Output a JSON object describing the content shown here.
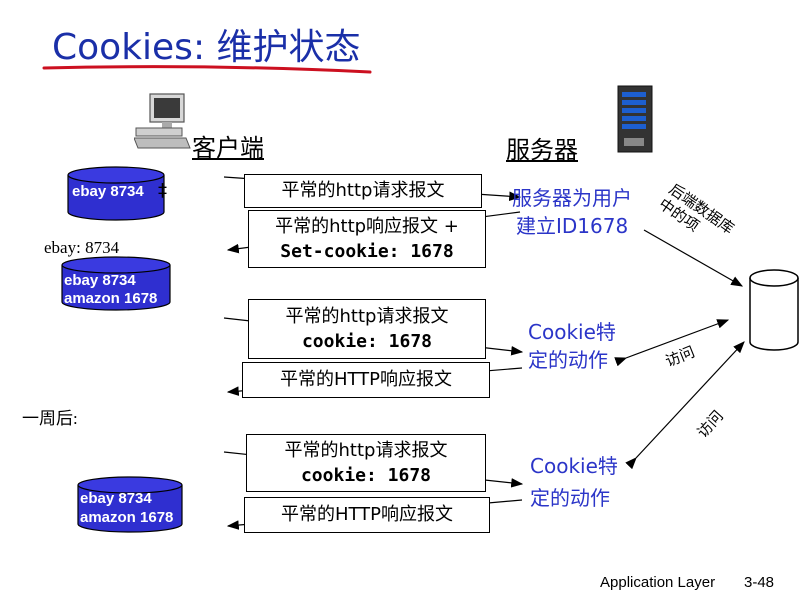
{
  "title": "Cookies: 维护状态",
  "client_label": "客户端",
  "server_label": "服务器",
  "db_label": "后端数据库\n中的项",
  "cookie_file_1": "ebay 8734",
  "cookie_file_2": [
    "ebay 8734",
    "amazon 1678"
  ],
  "cookie_file_3": [
    "ebay 8734",
    "amazon 1678"
  ],
  "ebay_side_label": "ebay: 8734",
  "week_later_label": "一周后:",
  "messages": {
    "req1": "平常的http请求报文",
    "resp1_line1": "平常的http响应报文 +",
    "resp1_line2": "Set-cookie: 1678",
    "req2_line1": "平常的http请求报文",
    "req2_line2": "cookie: 1678",
    "resp2": "平常的HTTP响应报文",
    "req3_line1": "平常的http请求报文",
    "req3_line2": "cookie: 1678",
    "resp3": "平常的HTTP响应报文"
  },
  "server_action_1": [
    "服务器为用户",
    "建立ID1678"
  ],
  "server_action_2": [
    "Cookie特",
    "定的动作"
  ],
  "server_action_3": [
    "Cookie特",
    "定的动作"
  ],
  "access_label_1": "访问",
  "access_label_2": "访问",
  "footer": {
    "course": "Application Layer",
    "page": "3-48"
  },
  "colors": {
    "title_blue": "#1a2fa8",
    "text_blue": "#2b35c8",
    "cylinder_blue": "#2f2fd0",
    "underline_red": "#cc1020"
  }
}
